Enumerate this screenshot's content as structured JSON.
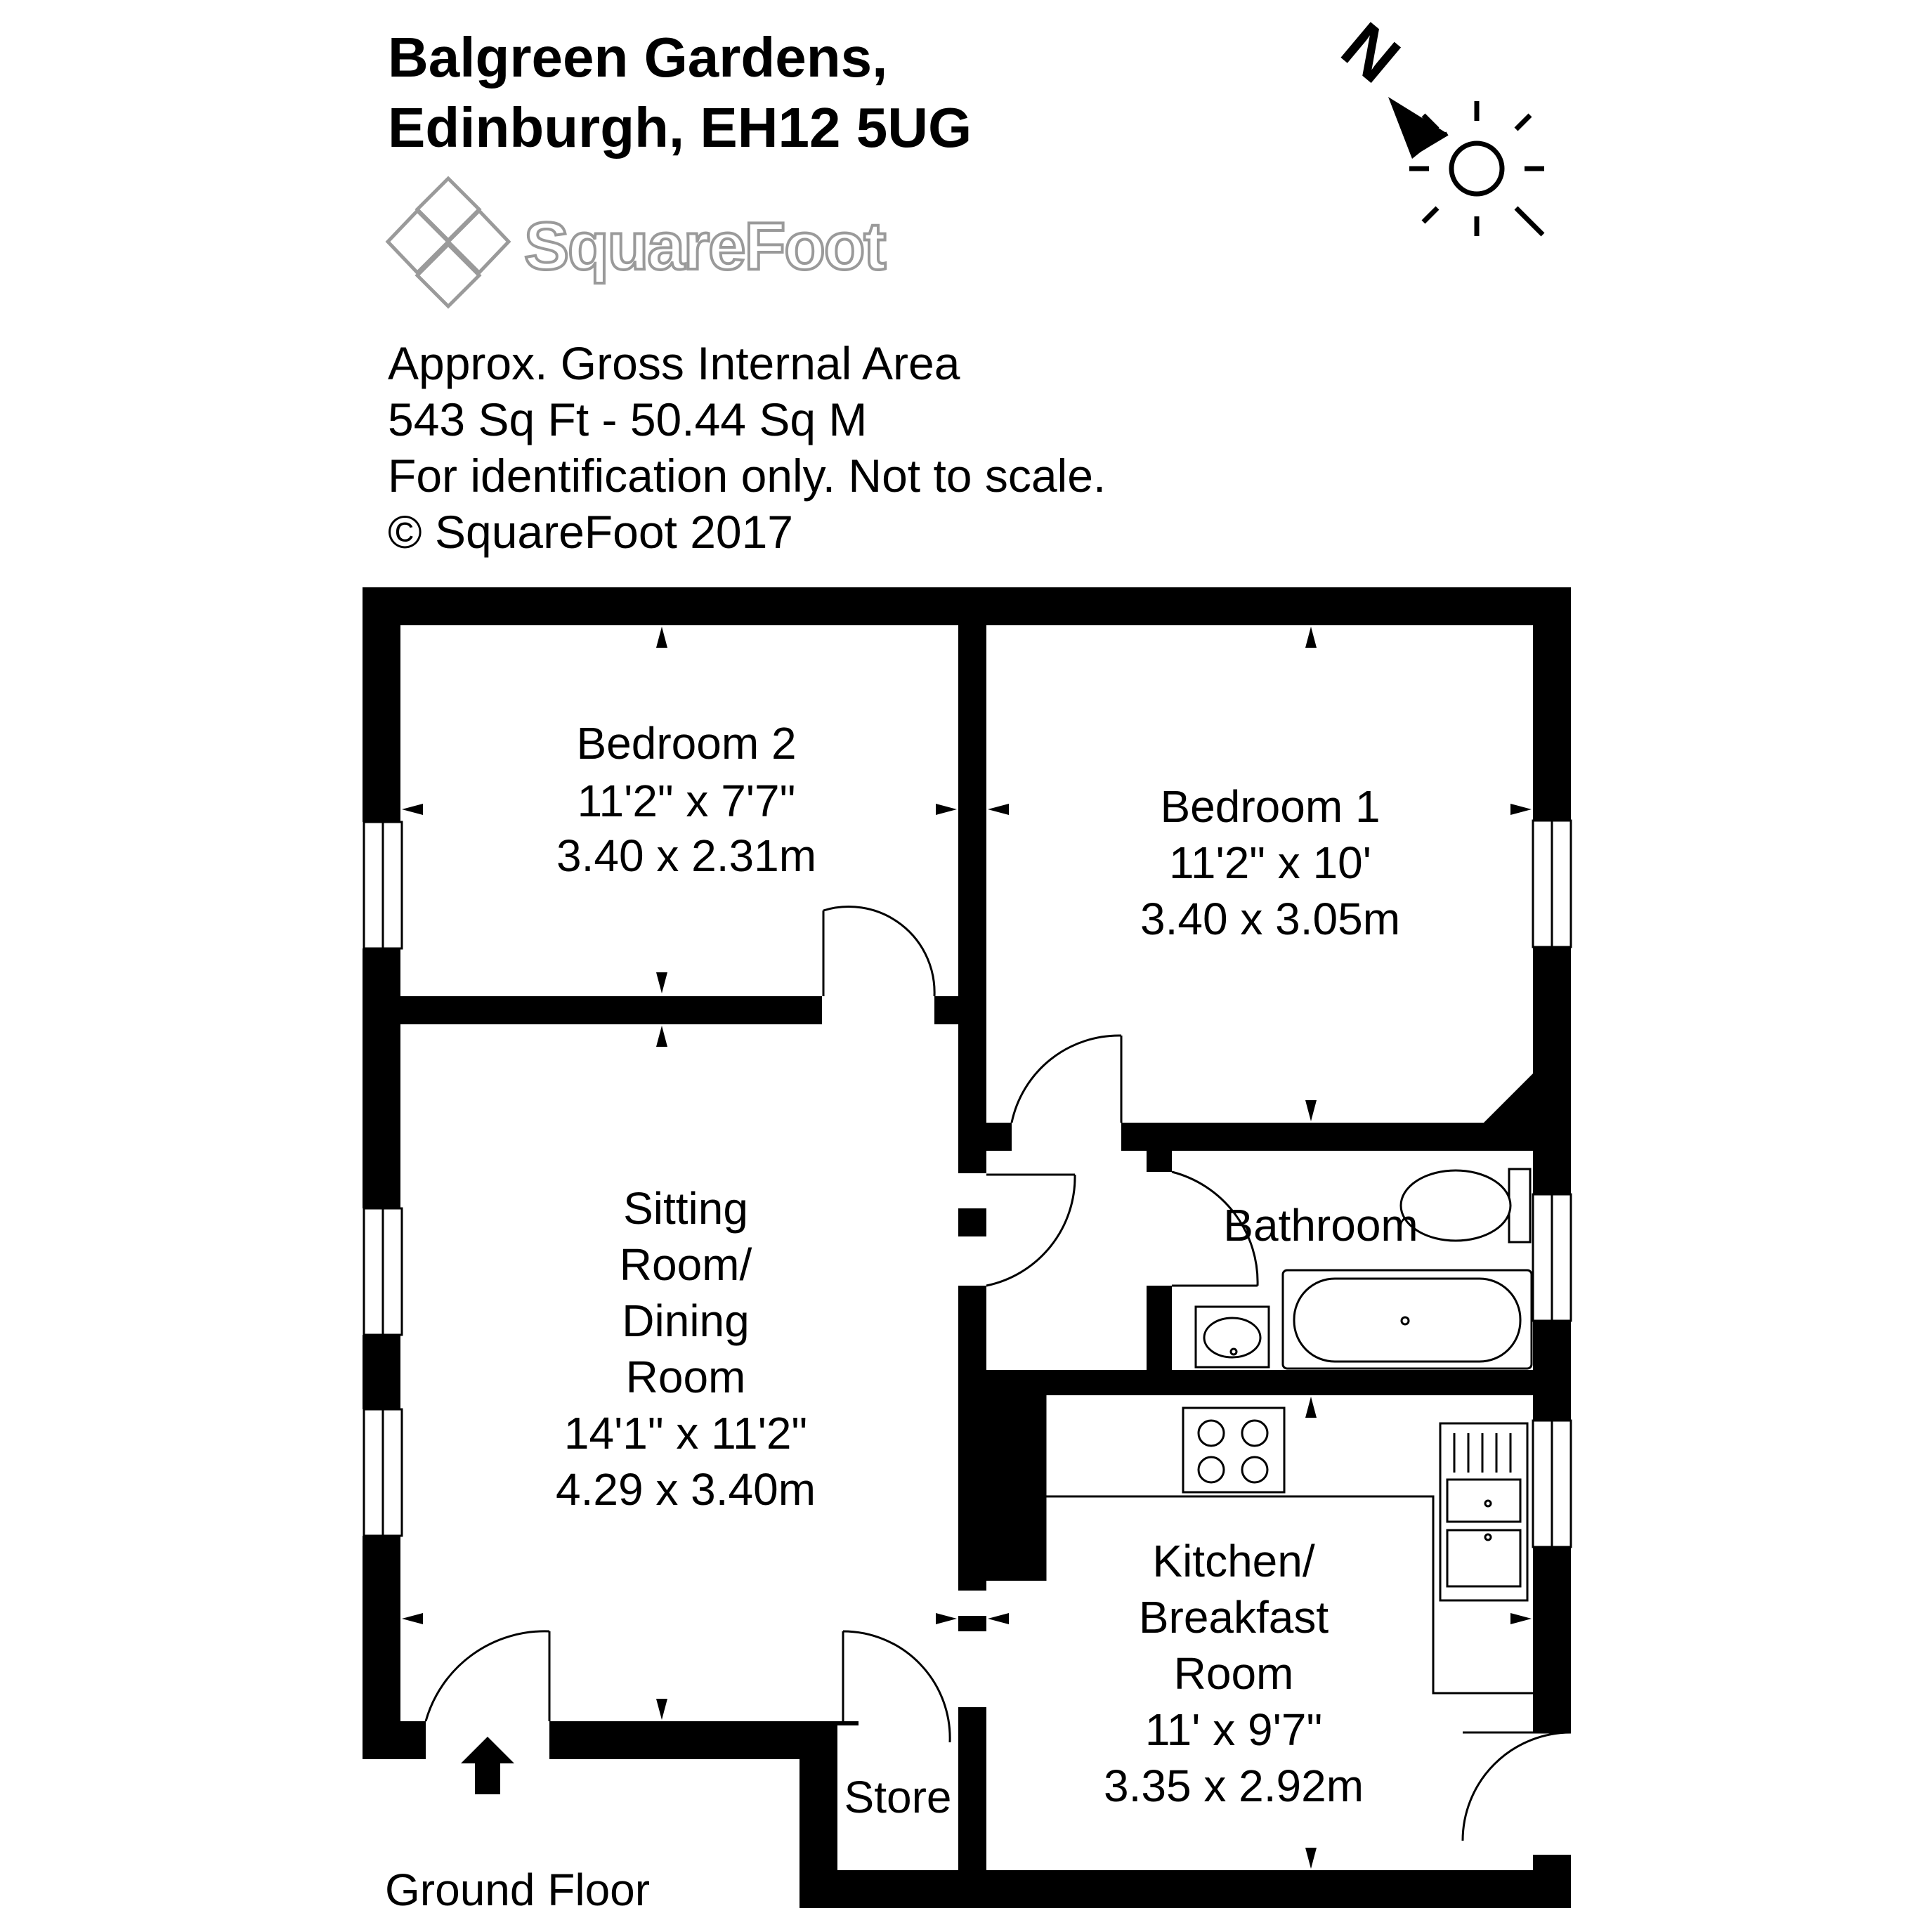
{
  "header": {
    "address_line1": "Balgreen Gardens,",
    "address_line2": "Edinburgh, EH12 5UG",
    "logo_text": "SquareFoot"
  },
  "info": {
    "area_label": "Approx. Gross Internal Area",
    "area_value": "543 Sq Ft  -  50.44 Sq M",
    "disclaimer": "For identification only. Not to scale.",
    "copyright": "© SquareFoot 2017"
  },
  "compass": {
    "north_label": "N",
    "icon": "north-arrow-icon",
    "sun_icon": "sun-icon"
  },
  "rooms": {
    "bedroom2": {
      "name": "Bedroom 2",
      "imperial": "11'2\" x 7'7\"",
      "metric": "3.40 x 2.31m"
    },
    "bedroom1": {
      "name": "Bedroom 1",
      "imperial": "11'2\" x 10'",
      "metric": "3.40 x 3.05m"
    },
    "sitting": {
      "name_line1": "Sitting",
      "name_line2": "Room/",
      "name_line3": "Dining",
      "name_line4": "Room",
      "imperial": "14'1\" x 11'2\"",
      "metric": "4.29 x 3.40m"
    },
    "bathroom": {
      "name": "Bathroom"
    },
    "kitchen": {
      "name_line1": "Kitchen/",
      "name_line2": "Breakfast",
      "name_line3": "Room",
      "imperial": "11' x 9'7\"",
      "metric": "3.35 x 2.92m"
    },
    "store": {
      "name": "Store"
    }
  },
  "floor_label": "Ground Floor",
  "colors": {
    "wall": "#000000",
    "background": "#ffffff",
    "logo_grey": "#9a9a9a"
  }
}
